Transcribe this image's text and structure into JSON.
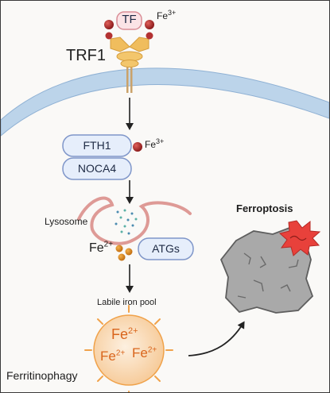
{
  "transferrin": {
    "label": "TF",
    "ion_base": "Fe",
    "ion_charge": "3+"
  },
  "receptor": {
    "label": "TRF1"
  },
  "ferritin": {
    "label": "FTH1",
    "ion_base": "Fe",
    "ion_charge": "3+"
  },
  "cargo_receptor": {
    "label": "NOCA4"
  },
  "lysosome": {
    "label": "Lysosome"
  },
  "released_iron": {
    "base": "Fe",
    "charge": "2+"
  },
  "atgs": {
    "label": "ATGs"
  },
  "pool": {
    "label": "Labile iron pool",
    "ions": [
      {
        "base": "Fe",
        "charge": "2+"
      },
      {
        "base": "Fe",
        "charge": "2+"
      },
      {
        "base": "Fe",
        "charge": "2+"
      }
    ]
  },
  "outcome": {
    "label": "Ferroptosis"
  },
  "process": {
    "label": "Ferritinophagy"
  },
  "colors": {
    "membrane": "#bcd4ea",
    "pill_fill": "#e6eefb",
    "pill_stroke": "#7f96c9",
    "iron_red": "#b22a2a",
    "iron_orange": "#dd8a1f",
    "sphere_fill": "#fbe0c2",
    "sphere_text": "#d9651c",
    "lysosome": "#de9a96",
    "cell_gray": "#a9a9a9",
    "burst_red": "#e8413b"
  }
}
